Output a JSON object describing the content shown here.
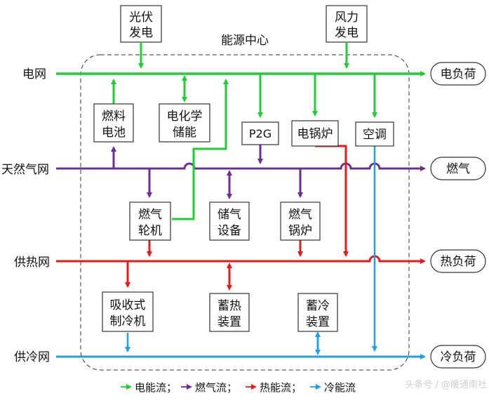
{
  "diagram": {
    "center_title": "能源中心",
    "sources": {
      "pv": [
        "光伏",
        "发电"
      ],
      "wind": [
        "风力",
        "发电"
      ]
    },
    "networks": {
      "grid": "电网",
      "gas": "天然气网",
      "heat": "供热网",
      "cold": "供冷网"
    },
    "loads": {
      "elec": "电负荷",
      "gas": "燃气",
      "heat": "热负荷",
      "cold": "冷负荷"
    },
    "devices": {
      "fuel_cell": [
        "燃料",
        "电池"
      ],
      "echem": [
        "电化学",
        "储能"
      ],
      "p2g": [
        "P2G"
      ],
      "eboiler": [
        "电锅炉"
      ],
      "ac": [
        "空调"
      ],
      "gt": [
        "燃气",
        "轮机"
      ],
      "gas_store": [
        "储气",
        "设备"
      ],
      "gas_boiler": [
        "燃气",
        "锅炉"
      ],
      "absorption": [
        "吸收式",
        "制冷机"
      ],
      "heat_store": [
        "蓄热",
        "装置"
      ],
      "cold_store": [
        "蓄冷",
        "装置"
      ]
    },
    "legend": [
      {
        "label": "电能流；",
        "color": "#22cc33"
      },
      {
        "label": "燃气流；",
        "color": "#6a2f92"
      },
      {
        "label": "热能流；",
        "color": "#e31b1b"
      },
      {
        "label": "冷能流",
        "color": "#1fa0e0"
      }
    ],
    "watermark": "头条号 / @暖通南社",
    "colors": {
      "elec": "#22cc33",
      "gas": "#6a2f92",
      "heat": "#e31b1b",
      "cold": "#1fa0e0"
    }
  }
}
